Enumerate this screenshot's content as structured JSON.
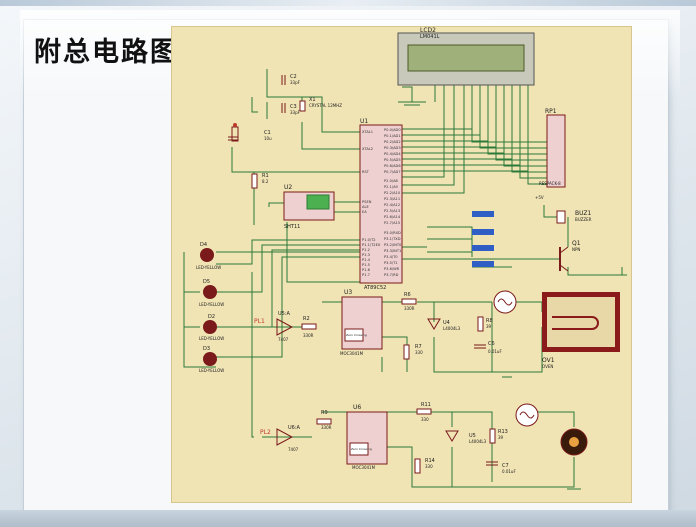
{
  "slide": {
    "title": "附总电路图"
  },
  "colors": {
    "schematic_bg": "#f0e3b4",
    "wire": "#2a7a3a",
    "component": "#7a1a1a",
    "lcd_screen": "#9fb07a",
    "chip_fill": "#efd0d0"
  },
  "labels": {
    "lcd": [
      "LCD2",
      "LM041L"
    ],
    "rp1": [
      "RP1",
      "RESPACK-8"
    ],
    "u1": [
      "U1",
      "AT89C52"
    ],
    "x1": [
      "X1",
      "CRYSTAL 12MHZ"
    ],
    "c1": [
      "C1",
      "10u"
    ],
    "c2": [
      "C2",
      "33pF"
    ],
    "c3": [
      "C3",
      "33pF"
    ],
    "r1": [
      "R1",
      "8.2"
    ],
    "u2": [
      "U2",
      "SHT11"
    ],
    "buz1": [
      "BUZ1",
      "BUZZER"
    ],
    "q1": [
      "Q1",
      "NPN"
    ],
    "d4": [
      "D4",
      "LED-YELLOW"
    ],
    "d5": [
      "D5",
      "LED-YELLOW"
    ],
    "d2": [
      "D2",
      "LED-YELLOW"
    ],
    "d3": [
      "D3",
      "LED-YELLOW"
    ],
    "u5a": [
      "U5:A",
      "7407"
    ],
    "u6a": [
      "U6:A",
      "7407"
    ],
    "r2": [
      "R2",
      "330R"
    ],
    "r9": [
      "R9",
      "330R"
    ],
    "u3": [
      "U3",
      "MOC3041M",
      "Zero Crossing"
    ],
    "u6": [
      "U6",
      "MOC3041M",
      "Zero Crossing"
    ],
    "r6": [
      "R6",
      "330R"
    ],
    "r11": [
      "R11",
      "330"
    ],
    "u4": [
      "U4",
      "L4004L3"
    ],
    "u5": [
      "U5",
      "L4004L3"
    ],
    "r8": [
      "R8",
      "39"
    ],
    "r13": [
      "R13",
      "39"
    ],
    "c6": [
      "C6",
      "0.01uF"
    ],
    "c7": [
      "C7",
      "0.01uF"
    ],
    "r7": [
      "R7",
      "330"
    ],
    "r14": [
      "R14",
      "330"
    ],
    "ov1": [
      "OV1",
      "OVEN"
    ],
    "pl1": "PL1",
    "pl2": "PL2",
    "vcc": "+5V"
  },
  "u1_pins": {
    "left": [
      "XTAL1",
      "XTAL2",
      "RST",
      "PSEN",
      "ALE",
      "EA",
      "P1.0/T2",
      "P1.1/T2EX",
      "P1.2",
      "P1.3",
      "P1.4",
      "P1.5",
      "P1.6",
      "P1.7"
    ],
    "right": [
      "P0.0/AD0",
      "P0.1/AD1",
      "P0.2/AD2",
      "P0.3/AD3",
      "P0.4/AD4",
      "P0.5/AD5",
      "P0.6/AD6",
      "P0.7/AD7",
      "P2.0/A8",
      "P2.1/A9",
      "P2.2/A10",
      "P2.3/A11",
      "P2.4/A12",
      "P2.5/A13",
      "P2.6/A14",
      "P2.7/A15",
      "P3.0/RXD",
      "P3.1/TXD",
      "P3.2/INT0",
      "P3.3/INT1",
      "P3.4/T0",
      "P3.5/T1",
      "P3.6/WR",
      "P3.7/RD"
    ]
  }
}
